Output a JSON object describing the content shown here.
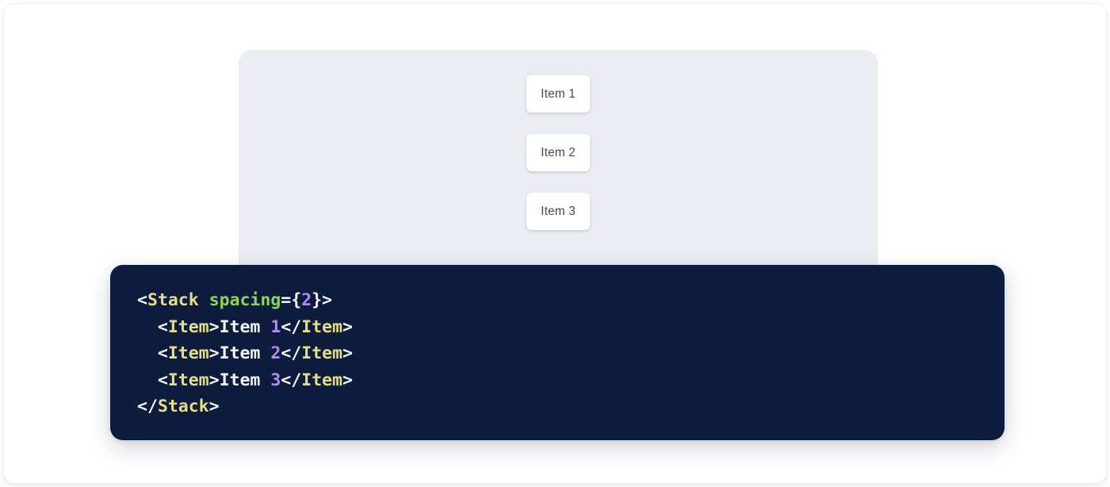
{
  "preview": {
    "panel_bg": "#eaedf2",
    "stack_items": [
      {
        "label": "Item 1"
      },
      {
        "label": "Item 2"
      },
      {
        "label": "Item 3"
      }
    ]
  },
  "code": {
    "background": "#0d1c3c",
    "language": "jsx",
    "colors": {
      "tag": "#e6dd87",
      "attribute": "#8ed35a",
      "number": "#b18cf2",
      "punctuation": "#f2f5fa",
      "text": "#f2f5fa"
    },
    "raw": "<Stack spacing={2}>\n  <Item>Item 1</Item>\n  <Item>Item 2</Item>\n  <Item>Item 3</Item>\n</Stack>",
    "lines": [
      {
        "indent": "",
        "tokens": [
          {
            "t": "punct",
            "v": "<"
          },
          {
            "t": "tag",
            "v": "Stack"
          },
          {
            "t": "text",
            "v": " "
          },
          {
            "t": "attr",
            "v": "spacing"
          },
          {
            "t": "punct",
            "v": "={"
          },
          {
            "t": "num",
            "v": "2"
          },
          {
            "t": "punct",
            "v": "}>"
          }
        ]
      },
      {
        "indent": "  ",
        "tokens": [
          {
            "t": "punct",
            "v": "<"
          },
          {
            "t": "tag",
            "v": "Item"
          },
          {
            "t": "punct",
            "v": ">"
          },
          {
            "t": "text",
            "v": "Item "
          },
          {
            "t": "num",
            "v": "1"
          },
          {
            "t": "punct",
            "v": "</"
          },
          {
            "t": "tag",
            "v": "Item"
          },
          {
            "t": "punct",
            "v": ">"
          }
        ]
      },
      {
        "indent": "  ",
        "tokens": [
          {
            "t": "punct",
            "v": "<"
          },
          {
            "t": "tag",
            "v": "Item"
          },
          {
            "t": "punct",
            "v": ">"
          },
          {
            "t": "text",
            "v": "Item "
          },
          {
            "t": "num",
            "v": "2"
          },
          {
            "t": "punct",
            "v": "</"
          },
          {
            "t": "tag",
            "v": "Item"
          },
          {
            "t": "punct",
            "v": ">"
          }
        ]
      },
      {
        "indent": "  ",
        "tokens": [
          {
            "t": "punct",
            "v": "<"
          },
          {
            "t": "tag",
            "v": "Item"
          },
          {
            "t": "punct",
            "v": ">"
          },
          {
            "t": "text",
            "v": "Item "
          },
          {
            "t": "num",
            "v": "3"
          },
          {
            "t": "punct",
            "v": "</"
          },
          {
            "t": "tag",
            "v": "Item"
          },
          {
            "t": "punct",
            "v": ">"
          }
        ]
      },
      {
        "indent": "",
        "tokens": [
          {
            "t": "punct",
            "v": "</"
          },
          {
            "t": "tag",
            "v": "Stack"
          },
          {
            "t": "punct",
            "v": ">"
          }
        ]
      }
    ]
  }
}
